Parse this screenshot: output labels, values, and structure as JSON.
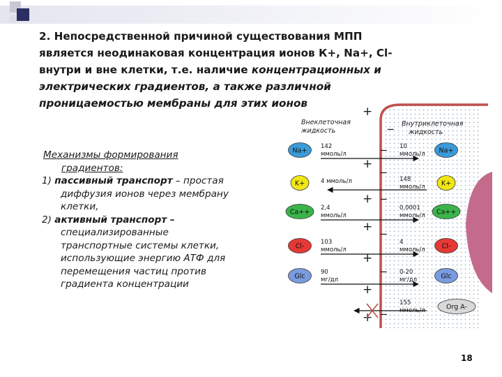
{
  "slide": {
    "heading": {
      "line1": "2. Непосредственной причиной существования МПП",
      "line2": "является неодинаковая концентрация ионов К+, Na+, Cl-",
      "line3_normal": "внутри и вне клетки, т.е. наличие ",
      "line3_italic": "концентрационных и",
      "line4": "электрических градиентов, а также различной",
      "line5": "проницаемостью мембраны для этих ионов"
    },
    "mechanisms": {
      "title_line1": "Механизмы формирования",
      "title_line2": "градиентов:",
      "item1_num": "1) ",
      "item1_bold": "пассивный транспорт",
      "item1_rest": " – простая",
      "item1_line2": "диффузия ионов через мембрану",
      "item1_line3": "клетки,",
      "item2_num": "2) ",
      "item2_bold": "активный транспорт –",
      "item2_line2": "специализированные",
      "item2_line3": "транспортные системы клетки,",
      "item2_line4": "использующие энергию АТФ для",
      "item2_line5": "перемещения частиц против",
      "item2_line6": "градиента концентрации"
    },
    "page_number": "18"
  },
  "diagram": {
    "outside_label": [
      "Внеклеточная",
      "жидкость"
    ],
    "inside_label": [
      "Внутриклеточная",
      "жидкость"
    ],
    "plus_sign": "+",
    "minus_sign": "_",
    "ions": [
      {
        "name": "Na+",
        "color": "#3b9ad9",
        "out_value": [
          "142",
          "ммоль/л"
        ],
        "in_value": [
          "10",
          "ммоль/л"
        ],
        "arrow": "in"
      },
      {
        "name": "K+",
        "color": "#f2e614",
        "out_value": [
          "4 ммоль/л"
        ],
        "in_value": [
          "148",
          "ммоль/л"
        ],
        "arrow": "out"
      },
      {
        "name": "Ca++",
        "color": "#3cb44b",
        "out_value": [
          "2,4",
          "ммоль/л"
        ],
        "in_value": [
          "0,0001",
          "ммоль/л"
        ],
        "arrow": "in"
      },
      {
        "name": "Cl-",
        "color": "#e53935",
        "out_value": [
          "103",
          "ммоль/л"
        ],
        "in_value": [
          "4",
          "ммоль/л"
        ],
        "arrow": "in"
      },
      {
        "name": "Glc",
        "color": "#7a9be0",
        "out_value": [
          "90",
          "мг/дл"
        ],
        "in_value": [
          "0-20",
          "мг/дл"
        ],
        "arrow": "in"
      },
      {
        "name": "Org A-",
        "color": "#d9d9d9",
        "out_value": [],
        "in_value": [
          "155",
          "ммоль/л"
        ],
        "arrow": "blocked"
      }
    ]
  }
}
